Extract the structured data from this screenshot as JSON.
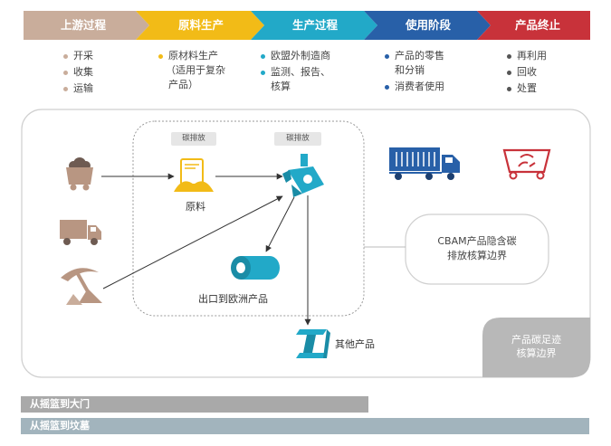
{
  "stages": [
    {
      "label": "上游过程",
      "color": "#c9ad9b",
      "dot": "#c9ad9b",
      "items": [
        "开采",
        "收集",
        "运输"
      ]
    },
    {
      "label": "原料生产",
      "color": "#f2bb17",
      "dot": "#f2bb17",
      "items": [
        "原材料生产",
        "（适用于复杂",
        "产品）"
      ]
    },
    {
      "label": "生产过程",
      "color": "#22a9c8",
      "dot": "#22a9c8",
      "items": [
        "欧盟外制造商",
        "监测、报告、",
        "核算"
      ]
    },
    {
      "label": "使用阶段",
      "color": "#2860a8",
      "dot": "#2860a8",
      "items": [
        "产品的零售",
        "和分销",
        "消费者使用"
      ]
    },
    {
      "label": "产品终止",
      "color": "#c8323a",
      "dot": "#555555",
      "items": [
        "再利用",
        "回收",
        "处置"
      ]
    }
  ],
  "tags": {
    "left": "碳排放",
    "right": "碳排放"
  },
  "captions": {
    "raw_material": "原料",
    "export_product": "出口到欧洲产品",
    "other_product": "其他产品",
    "cbam_boundary": "CBAM产品隐含碳",
    "cbam_boundary_2": "排放核算边界",
    "footprint_boundary": "产品碳足迹",
    "footprint_boundary_2": "核算边界"
  },
  "bars": {
    "gate": "从摇篮到大门",
    "grave": "从摇篮到坟墓"
  },
  "colors": {
    "gate_bar": "#a9a9a9",
    "grave_bar": "#a2b4bd",
    "brown": "#b89682",
    "yellow": "#f2bb17",
    "teal": "#22a9c8",
    "blue": "#2860a8",
    "red": "#c8323a"
  },
  "icons": [
    "mine-cart-icon",
    "truck-icon",
    "pickaxe-icon",
    "raw-material-bag-icon",
    "steel-ladle-icon",
    "steel-coil-icon",
    "steel-beam-icon",
    "container-truck-icon",
    "recycle-bin-icon"
  ]
}
